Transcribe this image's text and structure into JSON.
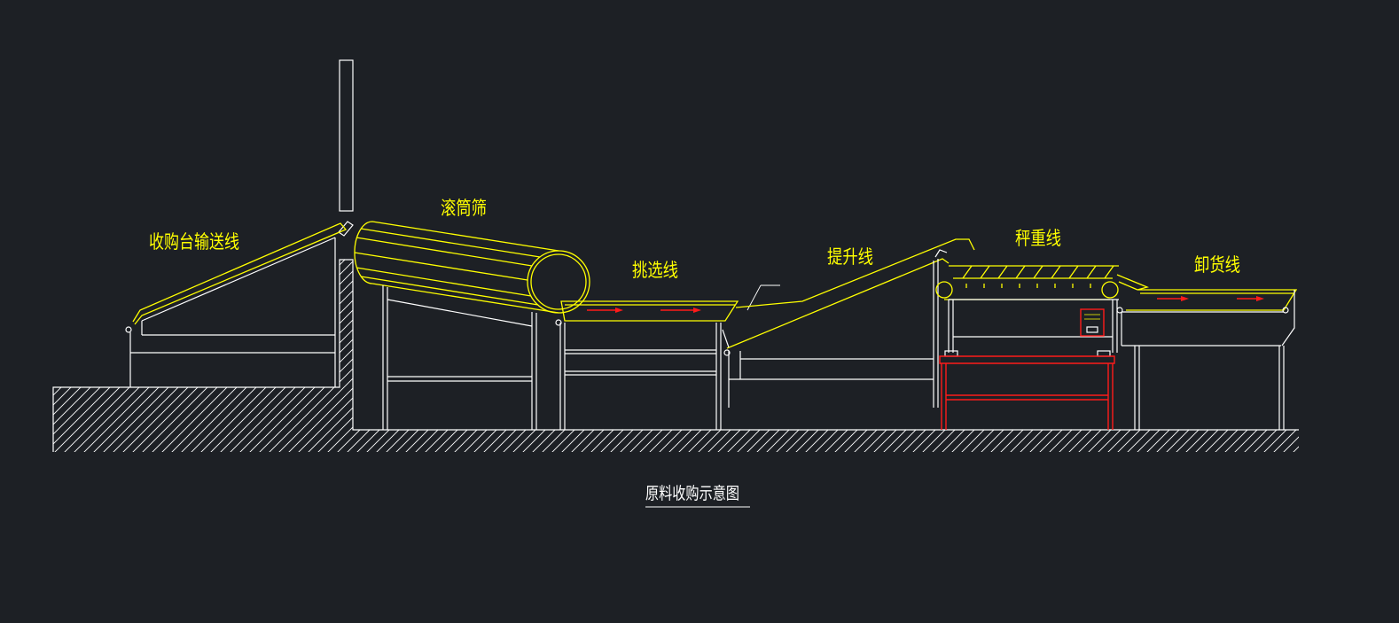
{
  "drawing": {
    "title": "原料收购示意图",
    "labels": {
      "infeed_conveyor": "收购台输送线",
      "drum_screen": "滚筒筛",
      "sorting_line": "挑选线",
      "elevator_line": "提升线",
      "weighing_line": "秤重线",
      "unloading_line": "卸货线"
    }
  },
  "colors": {
    "background": "#1d2025",
    "line": "#ffffff",
    "label": "#ffff00",
    "accent": "#ff1a1a"
  }
}
